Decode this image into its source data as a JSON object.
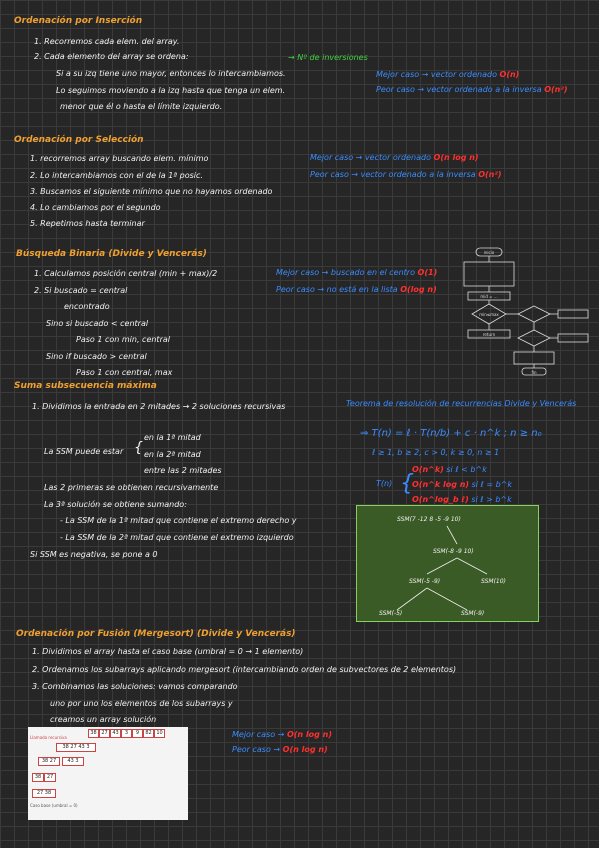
{
  "insercion": {
    "title": "Ordenación por Inserción",
    "steps": [
      "1. Recorremos cada elem. del array.",
      "2. Cada elemento del array se ordena:"
    ],
    "detail": [
      "Si a su izq tiene uno mayor, entonces lo intercambiamos.",
      "Lo seguimos moviendo a la izq hasta que tenga un elem.",
      "menor que él o hasta el límite izquierdo."
    ],
    "note": "Nº de inversiones",
    "best": "Mejor caso → vector ordenado",
    "best_o": "O(n)",
    "worst": "Peor caso → vector ordenado a la inversa",
    "worst_o": "O(n²)"
  },
  "seleccion": {
    "title": "Ordenación por Selección",
    "steps": [
      "1. recorremos array buscando elem. mínimo",
      "2. Lo intercambiamos con el de la 1ª posic.",
      "3. Buscamos el siguiente mínimo que no hayamos ordenado",
      "4. Lo cambiamos por el segundo",
      "5. Repetimos hasta terminar"
    ],
    "best": "Mejor caso → vector ordenado",
    "best_o": "O(n log n)",
    "worst": "Peor caso → vector ordenado a la inversa",
    "worst_o": "O(n²)"
  },
  "binaria": {
    "title": "Búsqueda Binaria (Divide y Vencerás)",
    "lines": [
      "1. Calculamos posición central (min + max)/2",
      "2. Si buscado = central",
      "encontrado",
      "Sino si buscado < central",
      "Paso 1 con min, central",
      "Sino if buscado > central",
      "Paso 1 con central, max"
    ],
    "best": "Mejor caso → buscado en el centro",
    "best_o": "O(1)",
    "worst": "Peor caso → no está en la lista",
    "worst_o": "O(log n)"
  },
  "flow": {
    "n1": "inicio",
    "n2": "min≤max",
    "n3": "mid = ...",
    "n4": "return",
    "n5": "fin"
  },
  "ssm": {
    "title": "Suma subsecuencia máxima",
    "l1": "1. Dividimos la entrada en 2 mitades → 2 soluciones recursivas",
    "lead": "La SSM puede estar",
    "opts": [
      "en la 1ª mitad",
      "en la 2ª mitad",
      "entre las 2 mitades"
    ],
    "l2": "Las 2 primeras se obtienen recursivamente",
    "l3": "La 3ª solución se obtiene sumando:",
    "sub": [
      "- La SSM de la 1ª mitad que contiene el extremo derecho y",
      "- La SSM de la 2ª mitad que contiene el extremo izquierdo"
    ],
    "l4": "Si SSM es negativa, se pone a 0"
  },
  "teorema": {
    "title": "Teorema de resolución de recurrencias Divide y Vencerás",
    "eq": "⇒ T(n) = ℓ · T(n/b) + c · n^k ; n ≥ n₀",
    "cond": "ℓ ≥ 1, b ≥ 2, c > 0, k ≥ 0, n ≥ 1",
    "tn": "T(n)",
    "cases": [
      {
        "o": "O(n^k)",
        "c": "si ℓ < b^k"
      },
      {
        "o": "O(n^k log n)",
        "c": "si ℓ = b^k"
      },
      {
        "o": "O(n^log_b ℓ)",
        "c": "si ℓ > b^k"
      }
    ]
  },
  "tree": {
    "root": "SSM(7 -12 8 -5 -9 10)",
    "mid": "SSM(-8 -9 10)",
    "l": "SSM(-5 -9)",
    "r": "SSM(10)",
    "ll": "SSM(-5)",
    "lr": "SSM(-9)"
  },
  "merge": {
    "title": "Ordenación por Fusión (Mergesort) (Divide y Vencerás)",
    "l1": "1. Dividimos el array hasta el caso base (umbral = 0 → 1 elemento)",
    "l2": "2. Ordenamos los subarrays aplicando mergesort (intercambiando orden de subvectores de 2 elementos)",
    "l3": "3. Combinamos las soluciones: vamos comparando",
    "l3b": "uno por uno los elementos de los subarrays y",
    "l3c": "creamos un array solución",
    "best": "Mejor caso →",
    "best_o": "O(n log n)",
    "worst": "Peor caso →",
    "worst_o": "O(n log n)",
    "arr": [
      "38",
      "27",
      "43",
      "3",
      "9",
      "82",
      "10"
    ],
    "lbl1": "Llamada recursiva",
    "lbl2": "Caso base (umbral = 0)"
  }
}
